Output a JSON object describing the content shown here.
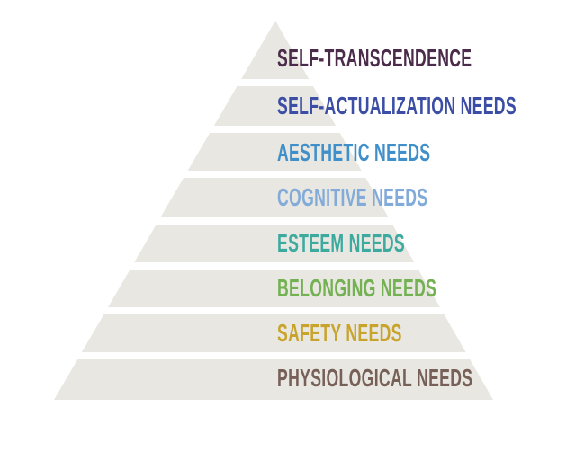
{
  "pyramid": {
    "fill_color": "#e8e7e1",
    "gap_color": "#ffffff",
    "levels": [
      {
        "label": "SELF-TRANSCENDENCE",
        "color": "#4a2b4a"
      },
      {
        "label": "SELF-ACTUALIZATION NEEDS",
        "color": "#3b4da5"
      },
      {
        "label": "AESTHETIC NEEDS",
        "color": "#3f8fca"
      },
      {
        "label": "COGNITIVE NEEDS",
        "color": "#83abd9"
      },
      {
        "label": "ESTEEM NEEDS",
        "color": "#3daaa0"
      },
      {
        "label": "BELONGING NEEDS",
        "color": "#74b152"
      },
      {
        "label": "SAFETY NEEDS",
        "color": "#c8a42c"
      },
      {
        "label": "PHYSIOLOGICAL NEEDS",
        "color": "#776058"
      }
    ]
  }
}
